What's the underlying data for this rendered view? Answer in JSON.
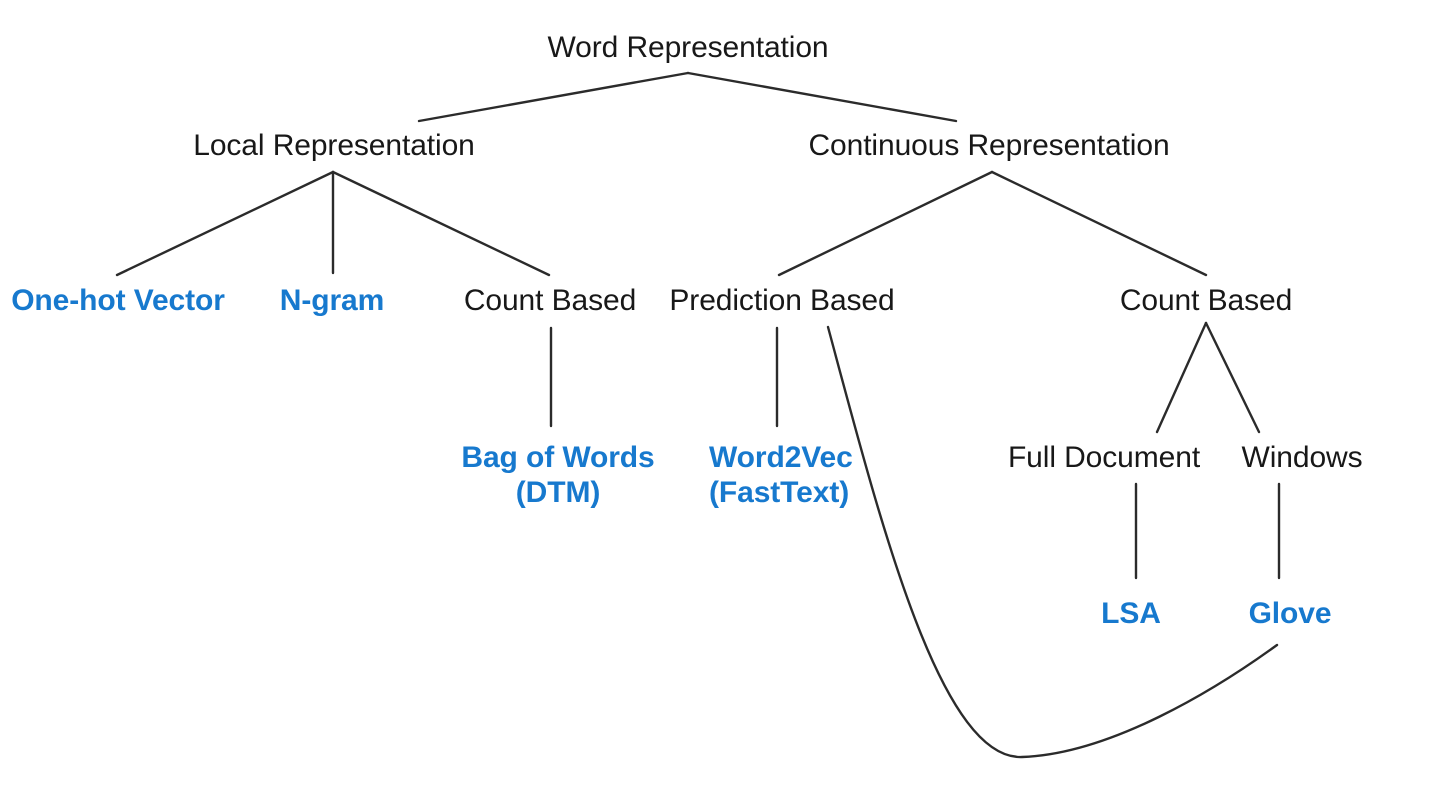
{
  "diagram": {
    "title": "Word Representation",
    "type": "tree-taxonomy",
    "colors": {
      "category_text": "#181818",
      "leaf_text": "#1779CE",
      "edge": "#2b2b2b",
      "background": "#ffffff"
    },
    "nodes": {
      "root": {
        "label": "Word Representation",
        "kind": "category"
      },
      "local": {
        "label": "Local Representation",
        "kind": "category"
      },
      "continuous": {
        "label": "Continuous Representation",
        "kind": "category"
      },
      "one_hot": {
        "label": "One-hot Vector",
        "kind": "leaf"
      },
      "ngram": {
        "label": "N-gram",
        "kind": "leaf"
      },
      "count_based_local": {
        "label": "Count Based",
        "kind": "category"
      },
      "prediction_based": {
        "label": "Prediction Based",
        "kind": "category"
      },
      "count_based_cont": {
        "label": "Count Based",
        "kind": "category"
      },
      "bag_of_words": {
        "label": "Bag of Words",
        "label2": "(DTM)",
        "kind": "leaf"
      },
      "word2vec": {
        "label": "Word2Vec",
        "label2": "(FastText)",
        "kind": "leaf"
      },
      "full_document": {
        "label": "Full Document",
        "kind": "category"
      },
      "windows": {
        "label": "Windows",
        "kind": "category"
      },
      "lsa": {
        "label": "LSA",
        "kind": "leaf"
      },
      "glove": {
        "label": "Glove",
        "kind": "leaf"
      }
    },
    "edges": [
      {
        "from": "root",
        "to": "local",
        "style": "straight"
      },
      {
        "from": "root",
        "to": "continuous",
        "style": "straight"
      },
      {
        "from": "local",
        "to": "one_hot",
        "style": "straight"
      },
      {
        "from": "local",
        "to": "ngram",
        "style": "vertical"
      },
      {
        "from": "local",
        "to": "count_based_local",
        "style": "straight"
      },
      {
        "from": "continuous",
        "to": "prediction_based",
        "style": "straight"
      },
      {
        "from": "continuous",
        "to": "count_based_cont",
        "style": "straight"
      },
      {
        "from": "count_based_local",
        "to": "bag_of_words",
        "style": "vertical"
      },
      {
        "from": "prediction_based",
        "to": "word2vec",
        "style": "vertical"
      },
      {
        "from": "prediction_based",
        "to": "glove",
        "style": "curved"
      },
      {
        "from": "count_based_cont",
        "to": "full_document",
        "style": "straight"
      },
      {
        "from": "count_based_cont",
        "to": "windows",
        "style": "straight"
      },
      {
        "from": "full_document",
        "to": "lsa",
        "style": "vertical"
      },
      {
        "from": "windows",
        "to": "glove",
        "style": "vertical"
      }
    ]
  }
}
